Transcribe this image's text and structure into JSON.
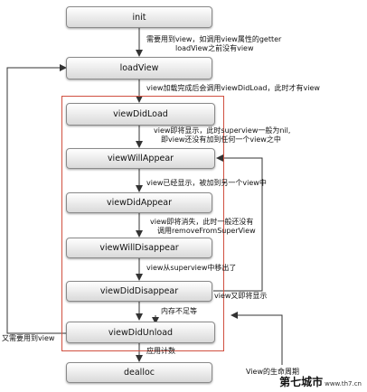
{
  "nodes": {
    "init": "init",
    "loadView": "loadView",
    "viewDidLoad": "viewDidLoad",
    "viewWillAppear": "viewWillAppear",
    "viewDidAppear": "viewDidAppear",
    "viewWillDisappear": "viewWillDisappear",
    "viewDidDisappear": "viewDidDisappear",
    "viewDidUnload": "viewDidUnload",
    "dealloc": "dealloc"
  },
  "notes": {
    "n1a": "需要用到view，如调用view属性的getter",
    "n1b": "loadView之前没有view",
    "n2": "view加载完成后会调用viewDidLoad，此时才有view",
    "n3a": "view即将显示，此时superview一般为nil,",
    "n3b": "即view还没有加到任何一个view之中",
    "n4": "view已经显示，被加到另一个view中",
    "n5a": "view即将消失，此时一般还没有",
    "n5b": "调用removeFromSuperView",
    "n6": "view从superview中移出了",
    "n7": "view又即将显示",
    "n8": "内存不足等",
    "n9": "又需要用到view",
    "n10": "应用计数",
    "n11": "View的生命周期"
  },
  "watermark": {
    "main": "第七城市",
    "url": "www.th7.cn"
  },
  "colors": {
    "lifecycle_border": "#d05040",
    "arrow": "#333333"
  }
}
